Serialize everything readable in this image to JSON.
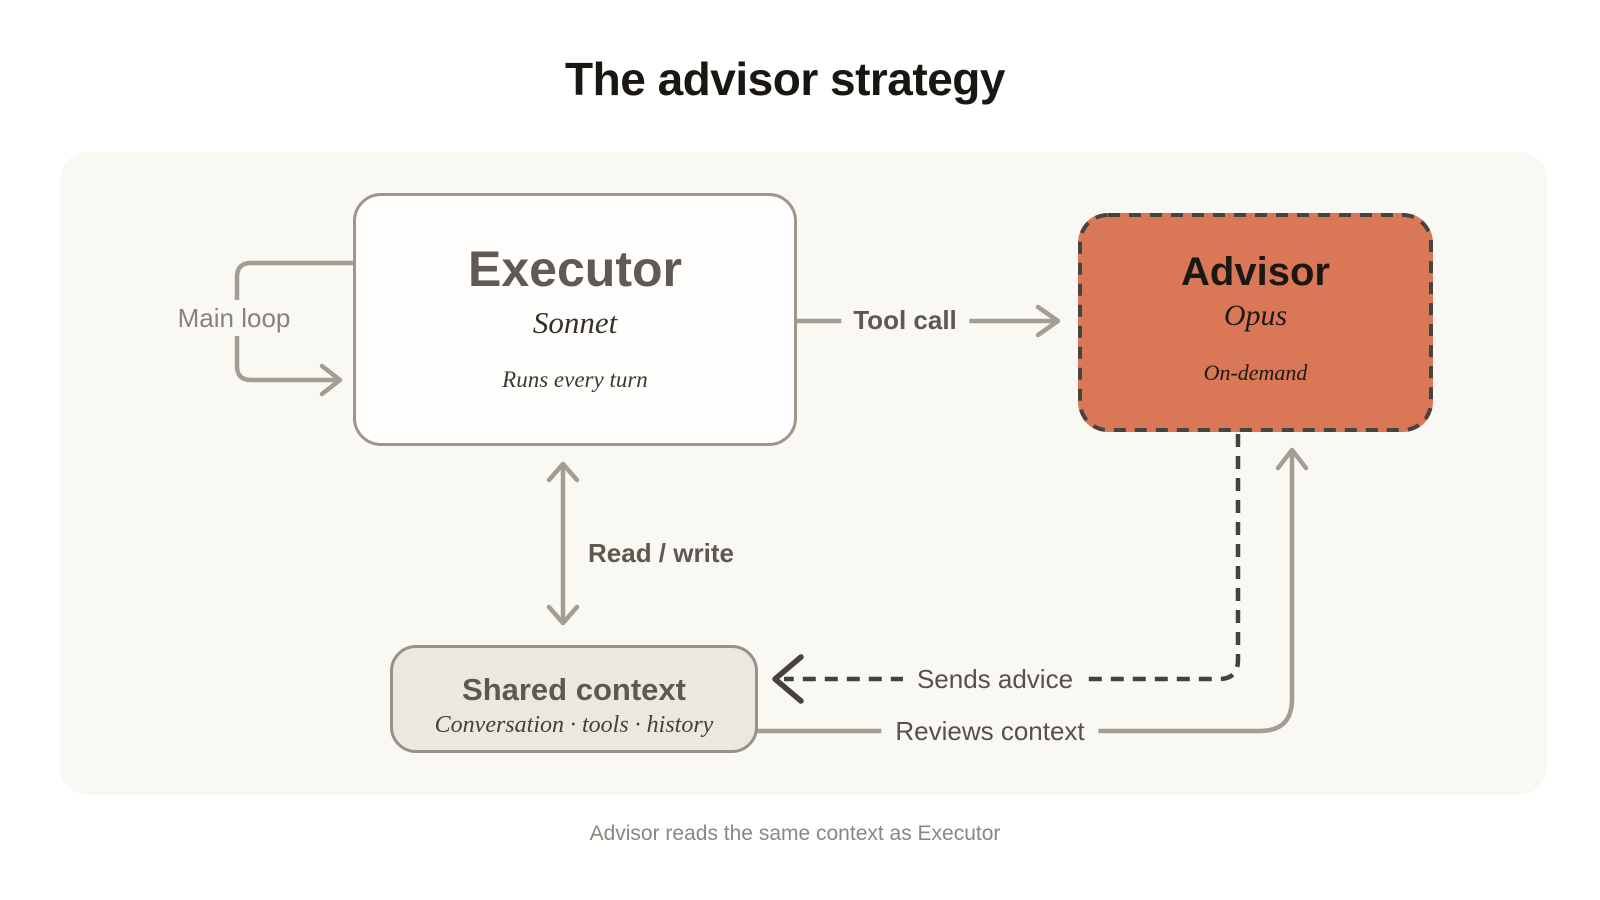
{
  "title": "The advisor strategy",
  "caption": "Advisor reads the same context as Executor",
  "nodes": {
    "executor": {
      "name": "Executor",
      "model": "Sonnet",
      "note": "Runs every turn"
    },
    "advisor": {
      "name": "Advisor",
      "model": "Opus",
      "note": "On-demand"
    },
    "shared_context": {
      "name": "Shared context",
      "note": "Conversation · tools · history"
    }
  },
  "edges": {
    "main_loop": "Main loop",
    "tool_call": "Tool call",
    "read_write": "Read / write",
    "sends_advice": "Sends advice",
    "reviews_context": "Reviews context"
  },
  "colors": {
    "accent": "#d97757",
    "panel_bg": "#faf8f3",
    "line_gray": "#a29e93",
    "line_dark": "#45423c",
    "box_border_gray": "#9b978c",
    "advisor_border": "#474440",
    "shared_bg": "#ebe8e0",
    "label_bold": "#5d5950",
    "label_regular": "#55514a",
    "muted_text": "#8b877d",
    "title_text": "#1a1713"
  }
}
